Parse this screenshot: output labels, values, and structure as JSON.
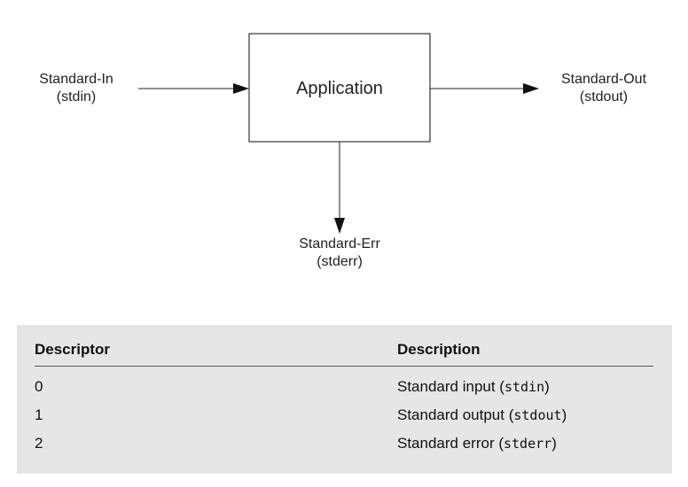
{
  "diagram": {
    "app_label": "Application",
    "stdin_label": "Standard-In",
    "stdin_code": "(stdin)",
    "stdout_label": "Standard-Out",
    "stdout_code": "(stdout)",
    "stderr_label": "Standard-Err",
    "stderr_code": "(stderr)"
  },
  "table": {
    "headers": [
      "Descriptor",
      "Description"
    ],
    "rows": [
      {
        "descriptor": "0",
        "text": "Standard input (",
        "code": "stdin",
        "close": ")"
      },
      {
        "descriptor": "1",
        "text": "Standard output (",
        "code": "stdout",
        "close": ")"
      },
      {
        "descriptor": "2",
        "text": "Standard error (",
        "code": "stderr",
        "close": ")"
      }
    ]
  }
}
